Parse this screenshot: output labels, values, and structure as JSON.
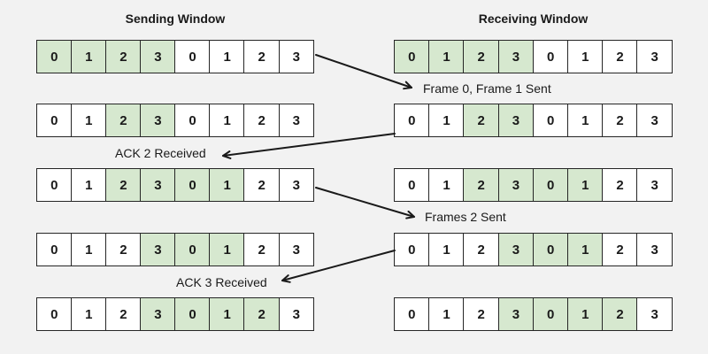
{
  "colors": {
    "background": "#f2f2f2",
    "cell_fill": "#ffffff",
    "cell_highlight": "#d6e8cf",
    "border": "#262626",
    "text": "#1a1a1a",
    "arrow": "#1a1a1a"
  },
  "sending_window": {
    "title": "Sending Window",
    "rows": [
      {
        "cells": [
          "0",
          "1",
          "2",
          "3",
          "0",
          "1",
          "2",
          "3"
        ],
        "highlighted": [
          0,
          1,
          2,
          3
        ]
      },
      {
        "cells": [
          "0",
          "1",
          "2",
          "3",
          "0",
          "1",
          "2",
          "3"
        ],
        "highlighted": [
          2,
          3
        ]
      },
      {
        "cells": [
          "0",
          "1",
          "2",
          "3",
          "0",
          "1",
          "2",
          "3"
        ],
        "highlighted": [
          2,
          3,
          4,
          5
        ]
      },
      {
        "cells": [
          "0",
          "1",
          "2",
          "3",
          "0",
          "1",
          "2",
          "3"
        ],
        "highlighted": [
          3,
          4,
          5
        ]
      },
      {
        "cells": [
          "0",
          "1",
          "2",
          "3",
          "0",
          "1",
          "2",
          "3"
        ],
        "highlighted": [
          3,
          4,
          5,
          6
        ]
      }
    ]
  },
  "receiving_window": {
    "title": "Receiving Window",
    "rows": [
      {
        "cells": [
          "0",
          "1",
          "2",
          "3",
          "0",
          "1",
          "2",
          "3"
        ],
        "highlighted": [
          0,
          1,
          2,
          3
        ]
      },
      {
        "cells": [
          "0",
          "1",
          "2",
          "3",
          "0",
          "1",
          "2",
          "3"
        ],
        "highlighted": [
          2,
          3
        ]
      },
      {
        "cells": [
          "0",
          "1",
          "2",
          "3",
          "0",
          "1",
          "2",
          "3"
        ],
        "highlighted": [
          2,
          3,
          4,
          5
        ]
      },
      {
        "cells": [
          "0",
          "1",
          "2",
          "3",
          "0",
          "1",
          "2",
          "3"
        ],
        "highlighted": [
          3,
          4,
          5
        ]
      },
      {
        "cells": [
          "0",
          "1",
          "2",
          "3",
          "0",
          "1",
          "2",
          "3"
        ],
        "highlighted": [
          3,
          4,
          5,
          6
        ]
      }
    ]
  },
  "annotations": [
    {
      "text": "Frame 0, Frame 1 Sent"
    },
    {
      "text": "ACK 2 Received"
    },
    {
      "text": "Frames 2 Sent"
    },
    {
      "text": "ACK 3 Received"
    }
  ]
}
